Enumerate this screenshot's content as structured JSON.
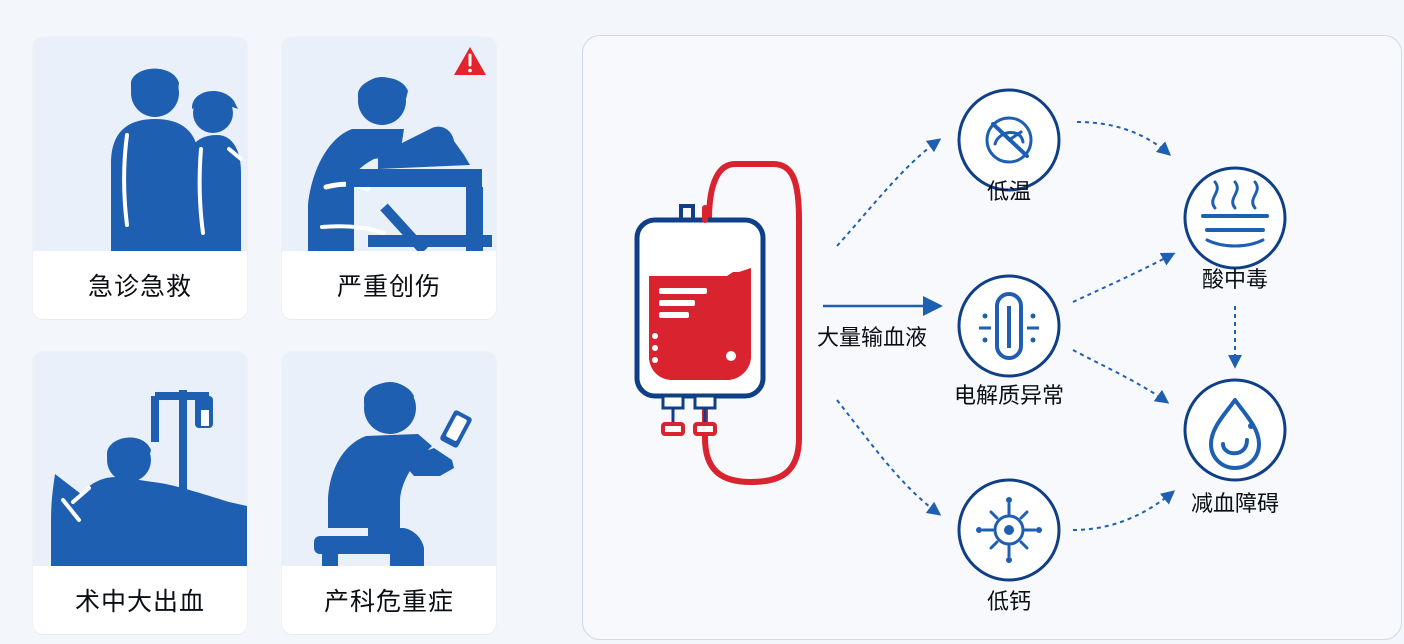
{
  "cards": [
    {
      "label": "急诊急救"
    },
    {
      "label": "严重创伤"
    },
    {
      "label": "术中大出血"
    },
    {
      "label": "产科危重症"
    }
  ],
  "diagram": {
    "center_label": "大量输血液",
    "nodes": {
      "hypothermia": "低温",
      "electrolyte": "电解质异常",
      "hypocalcemia": "低钙",
      "acidosis": "酸中毒",
      "coagulopathy": "减血障碍"
    }
  },
  "colors": {
    "primary_blue": "#1f5fb2",
    "deep_blue": "#0f3f87",
    "blood_red": "#d9232e",
    "warning_red": "#e3232e",
    "card_bg": "#e9f0f9",
    "panel_bg": "#f7f9fc"
  },
  "icons": {
    "warning": "warning-triangle-icon",
    "temperature": "thermometer-gauge-icon",
    "electrolyte": "ion-capsule-icon",
    "calcium": "gear-atom-icon",
    "acidosis": "steam-heat-icon",
    "coagulation": "blood-drop-icon"
  }
}
